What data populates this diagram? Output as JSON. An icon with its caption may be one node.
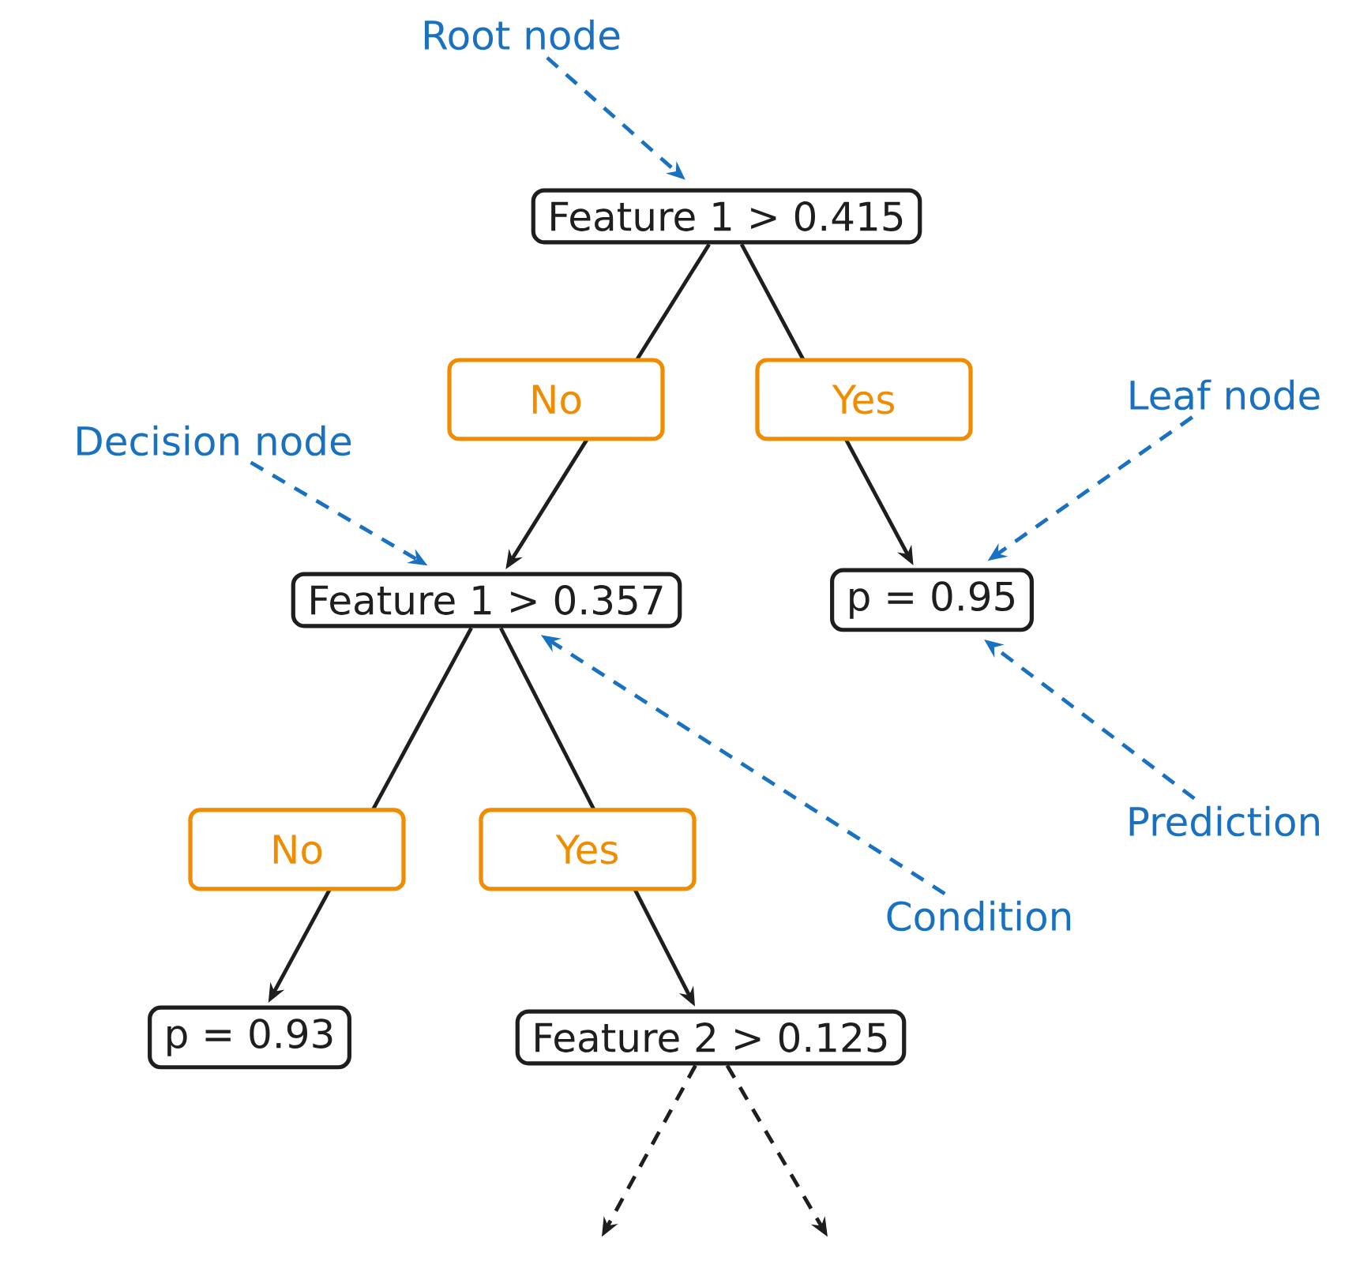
{
  "diagram": {
    "nodes": [
      {
        "text": [
          "Feature 1 > 0.415"
        ]
      },
      {
        "text": [
          "Feature 1 > 0.357"
        ]
      },
      {
        "text": [
          "p = 0.95"
        ]
      },
      {
        "text": [
          "p = 0.93"
        ]
      },
      {
        "text": [
          "Feature 2 > 0.125"
        ]
      },
      {
        "text": [
          "Root node"
        ]
      },
      {
        "text": [
          "Decision node"
        ]
      },
      {
        "text": [
          "Leaf node"
        ]
      },
      {
        "text": [
          "Prediction"
        ]
      },
      {
        "text": [
          "Condition"
        ]
      }
    ],
    "edges": [
      {
        "from": 0,
        "to": 1,
        "arrow": "to",
        "label": "No"
      },
      {
        "from": 0,
        "to": 2,
        "arrow": "to",
        "label": "Yes"
      },
      {
        "from": 1,
        "to": 3,
        "arrow": "to",
        "label": "No"
      },
      {
        "from": 1,
        "to": 4,
        "arrow": "to",
        "label": "Yes"
      },
      {
        "from": 4,
        "to": null,
        "arrow": "to",
        "style": "dashed"
      },
      {
        "from": 4,
        "to": null,
        "arrow": "to",
        "style": "dashed"
      },
      {
        "from": 5,
        "to": 0,
        "arrow": "to",
        "style": "dashed",
        "color": "#1971c2"
      },
      {
        "from": 6,
        "to": 1,
        "arrow": "to",
        "style": "dashed",
        "color": "#1971c2"
      },
      {
        "from": 7,
        "to": 2,
        "arrow": "to",
        "style": "dashed",
        "color": "#1971c2"
      },
      {
        "from": 8,
        "to": 2,
        "arrow": "to",
        "style": "dashed",
        "color": "#1971c2"
      },
      {
        "from": 9,
        "to": 1,
        "arrow": "to",
        "style": "dashed",
        "color": "#1971c2"
      }
    ]
  }
}
